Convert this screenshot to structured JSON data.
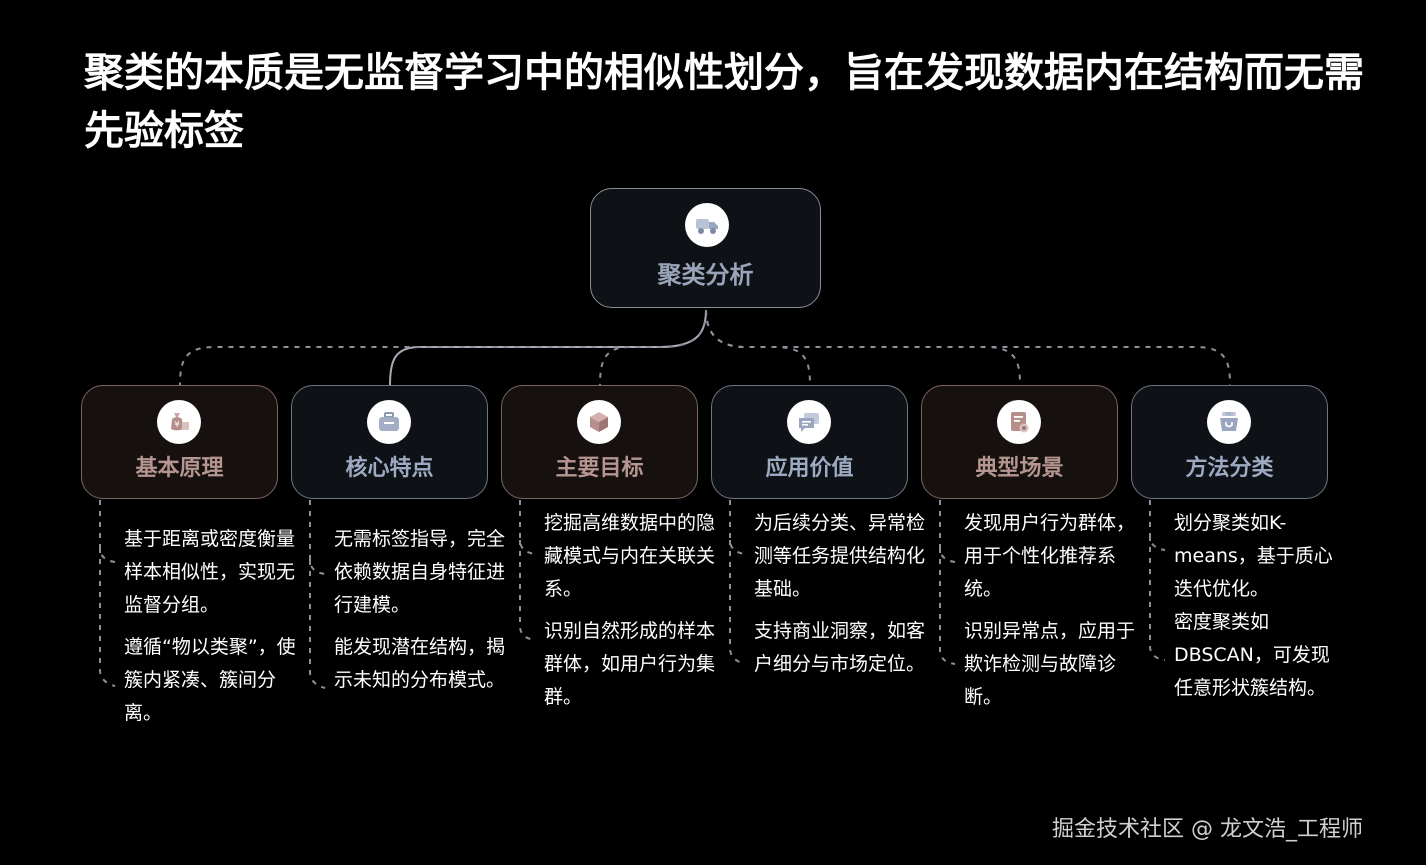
{
  "title": "聚类的本质是无监督学习中的相似性划分，旨在发现数据内在结构而无需先验标签",
  "root": {
    "label": "聚类分析",
    "icon": "truck-icon"
  },
  "colors": {
    "background": "#000000",
    "warm_border": "#7c6260",
    "cool_border": "#6e7583",
    "warm_label": "#b59591",
    "cool_label": "#9eaac2",
    "connector": "#8f8f9a"
  },
  "nodes": [
    {
      "label": "基本原理",
      "icon": "money-bag-icon",
      "tone": "warm",
      "points": [
        "基于距离或密度衡量样本相似性，实现无监督分组。",
        "遵循“物以类聚”，使簇内紧凑、簇间分离。"
      ]
    },
    {
      "label": "核心特点",
      "icon": "briefcase-icon",
      "tone": "cool",
      "points": [
        "无需标签指导，完全依赖数据自身特征进行建模。",
        "能发现潜在结构，揭示未知的分布模式。"
      ]
    },
    {
      "label": "主要目标",
      "icon": "cube-icon",
      "tone": "warm",
      "points": [
        "挖掘高维数据中的隐藏模式与内在关联关系。",
        "识别自然形成的样本群体，如用户行为集群。"
      ]
    },
    {
      "label": "应用价值",
      "icon": "chat-icon",
      "tone": "cool",
      "points": [
        "为后续分类、异常检测等任务提供结构化基础。",
        "支持商业洞察，如客户细分与市场定位。"
      ]
    },
    {
      "label": "典型场景",
      "icon": "document-icon",
      "tone": "warm",
      "points": [
        "发现用户行为群体，用于个性化推荐系统。",
        "识别异常点，应用于欺诈检测与故障诊断。"
      ]
    },
    {
      "label": "方法分类",
      "icon": "shop-icon",
      "tone": "cool",
      "points": [
        "划分聚类如K-means，基于质心迭代优化。",
        "密度聚类如DBSCAN，可发现任意形状簇结构。"
      ]
    }
  ],
  "footer": "掘金技术社区 @ 龙文浩_工程师"
}
